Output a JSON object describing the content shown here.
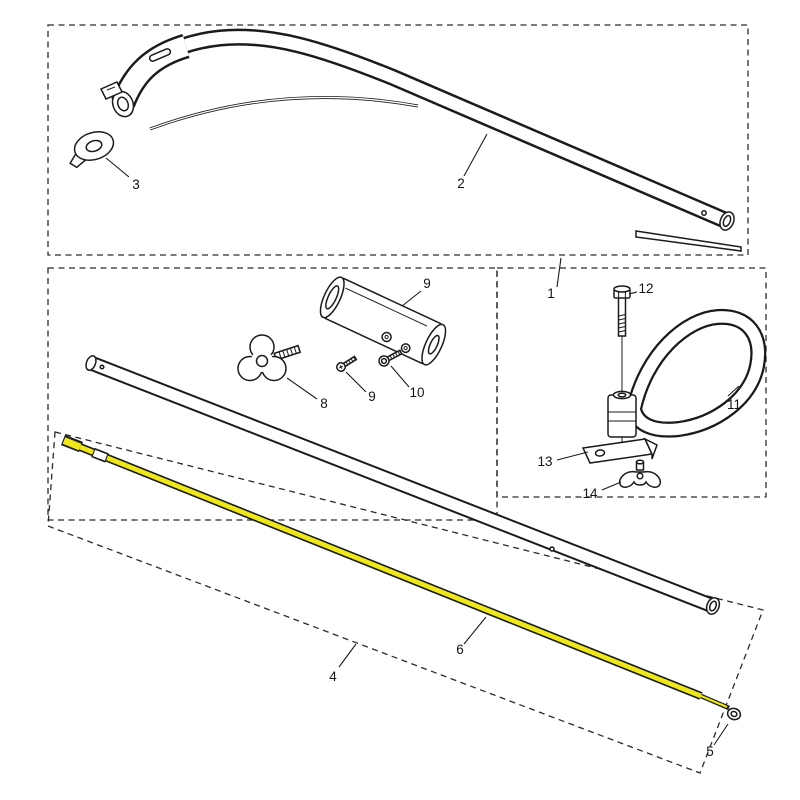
{
  "figure": {
    "background": "#ffffff",
    "line_color": "#1b1b1b",
    "highlight_color": "#ede71c",
    "highlighted_callout": "6"
  },
  "callouts": [
    {
      "label": "1"
    },
    {
      "label": "2"
    },
    {
      "label": "3"
    },
    {
      "label": "4"
    },
    {
      "label": "5"
    },
    {
      "label": "6"
    },
    {
      "label": "8"
    },
    {
      "label": "9"
    },
    {
      "label": "9"
    },
    {
      "label": "10"
    },
    {
      "label": "11"
    },
    {
      "label": "12"
    },
    {
      "label": "13"
    },
    {
      "label": "14"
    }
  ]
}
